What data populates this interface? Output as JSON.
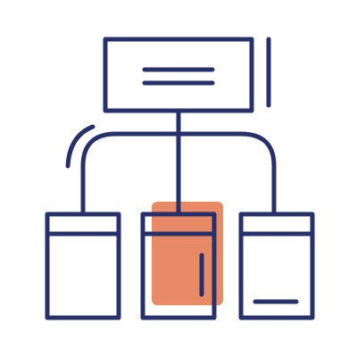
{
  "icon": {
    "name": "hierarchy-diagram-icon",
    "parts": [
      "top-node",
      "connector-lines",
      "left-child-node",
      "middle-child-node",
      "right-child-node",
      "highlight-block"
    ]
  },
  "colors": {
    "stroke": "#27306b",
    "accent": "#e88a66",
    "background": "#ffffff"
  }
}
